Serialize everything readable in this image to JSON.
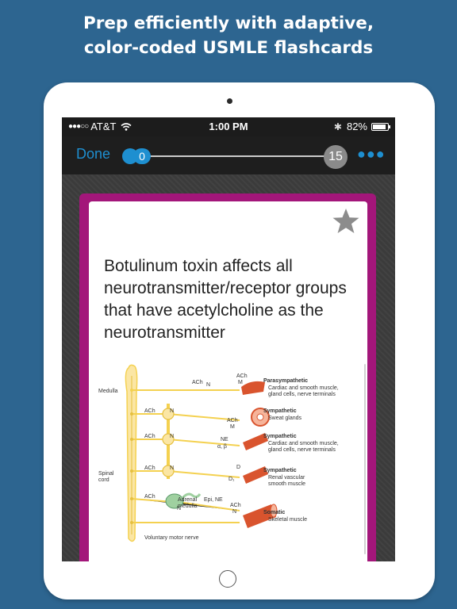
{
  "headline": {
    "line1": "Prep efficiently with adaptive,",
    "line2": "color-coded USMLE flashcards"
  },
  "status_bar": {
    "carrier": "AT&T",
    "time": "1:00 PM",
    "battery": "82%",
    "battery_level": 0.82
  },
  "nav": {
    "done_label": "Done",
    "progress_start": "0",
    "progress_end": "15"
  },
  "card": {
    "accent_color": "#a3167a",
    "question": "Botulinum toxin affects all neurotransmitter/receptor groups that have acetylcholine as the neurotransmitter",
    "diagram": {
      "medulla": "Medulla",
      "spinal_cord_1": "Spinal",
      "spinal_cord_2": "cord",
      "voluntary": "Voluntary motor nerve",
      "ach": "ACh",
      "n": "N",
      "m": "M",
      "ne": "NE",
      "alpha_beta": "α, β",
      "d": "D",
      "d1": "D₁",
      "adrenal1": "Adrenal",
      "adrenal2": "medulla",
      "epi_ne": "Epi, NE",
      "parasympathetic": "Parasympathetic",
      "parasympathetic_d1": "Cardiac and smooth muscle,",
      "parasympathetic_d2": "gland cells, nerve terminals",
      "sympathetic": "Sympathetic",
      "sweat": "Sweat glands",
      "sym2_d1": "Cardiac and smooth muscle,",
      "sym2_d2": "gland cells, nerve terminals",
      "renal1": "Renal vascular",
      "renal2": "smooth muscle",
      "somatic": "Somatic",
      "skeletal": "Skeletal muscle"
    }
  },
  "colors": {
    "background": "#2d6590",
    "accent_blue": "#1e8fd0",
    "nerve_yellow": "#f4d150",
    "muscle_red": "#d9542e"
  },
  "icons": [
    "wifi-icon",
    "bluetooth-icon",
    "battery-icon",
    "more-icon",
    "star-icon"
  ]
}
